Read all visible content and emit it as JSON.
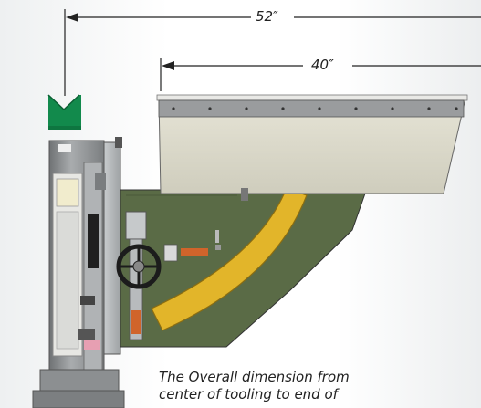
{
  "dimensions": {
    "overall": "52″",
    "table": "40″"
  },
  "caption": {
    "line1": "The Overall dimension from",
    "line2": "center of tooling to end of"
  },
  "colors": {
    "tooling_green": "#128a4c",
    "panel_olive": "#5a6b46",
    "arc_yellow": "#e2b52a",
    "table_tan": "#d9d7c8",
    "frame_gray": "#8d9092"
  }
}
